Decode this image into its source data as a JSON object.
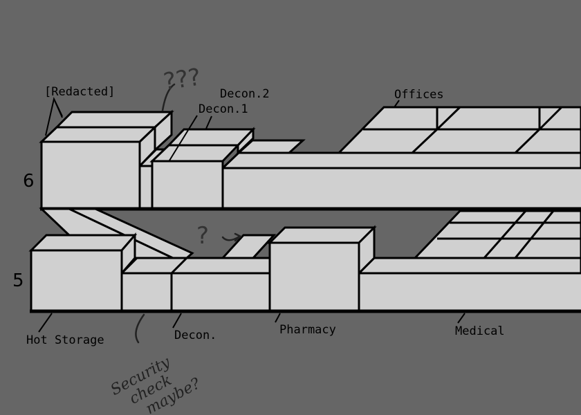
{
  "diagram": {
    "floors": [
      {
        "number": "6",
        "rooms": [
          "[Redacted]",
          "Decon.2",
          "Decon.1",
          "Offices"
        ]
      },
      {
        "number": "5",
        "rooms": [
          "Hot Storage",
          "Decon.",
          "Pharmacy",
          "Medical"
        ]
      }
    ],
    "annotations": {
      "question_top": "???",
      "question_mid": "?",
      "security_note": [
        "Security",
        "check",
        "maybe?"
      ]
    },
    "colors": {
      "background": "#666666",
      "room_fill": "#d0d0d0",
      "outline": "#000000"
    }
  }
}
